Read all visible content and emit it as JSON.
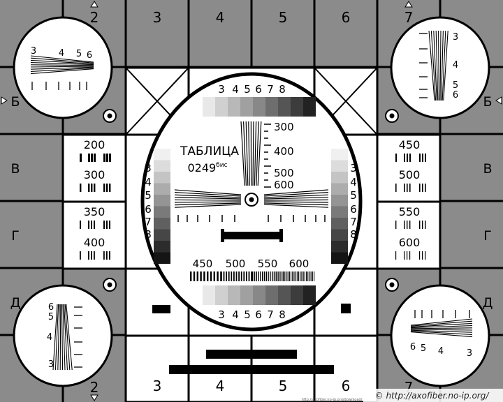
{
  "card": {
    "title": "ТАБЛИЦА",
    "code": "0249",
    "code_suffix": "бис",
    "top_numbers": [
      "2",
      "3",
      "4",
      "5",
      "6",
      "7"
    ],
    "bottom_numbers": [
      "2",
      "3",
      "4",
      "5",
      "6",
      "7"
    ],
    "left_letters": [
      "Б",
      "В",
      "Г",
      "Д"
    ],
    "right_letters": [
      "Б",
      "В",
      "Г",
      "Д"
    ],
    "gray_scale_labels": [
      "3",
      "4",
      "5",
      "6",
      "7",
      "8"
    ],
    "wedge_small_labels": [
      "3",
      "4",
      "5",
      "6"
    ],
    "center_wedge_labels": [
      "300",
      "400",
      "500",
      "600"
    ],
    "left_box_labels": [
      "200",
      "300",
      "350",
      "400"
    ],
    "right_box_labels": [
      "450",
      "500",
      "550",
      "600"
    ],
    "burst_labels": [
      "450",
      "500",
      "550",
      "600"
    ],
    "credit_text": "© http://axofiber.no-ip.org/",
    "tiny_text": "http://axofiber.no-ip.org/download/"
  }
}
